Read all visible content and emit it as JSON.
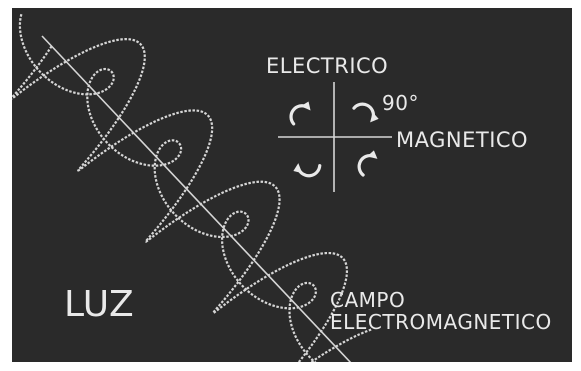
{
  "labels": {
    "electrico": "ELECTRICO",
    "angle": "90°",
    "magnetico": "MAGNETICO",
    "luz": "LUZ",
    "campo_line1": "CAMPO",
    "campo_line2": "ELECTROMAGNETICO"
  },
  "icons": {
    "rotation_arrows": [
      "curved-arrow-icon",
      "curved-arrow-icon",
      "curved-arrow-icon",
      "curved-arrow-icon"
    ],
    "wave": "electromagnetic-wave-icon"
  },
  "colors": {
    "background": "#2a2a2a",
    "foreground": "#e9e9e9",
    "wave": "#d6d6d6"
  }
}
